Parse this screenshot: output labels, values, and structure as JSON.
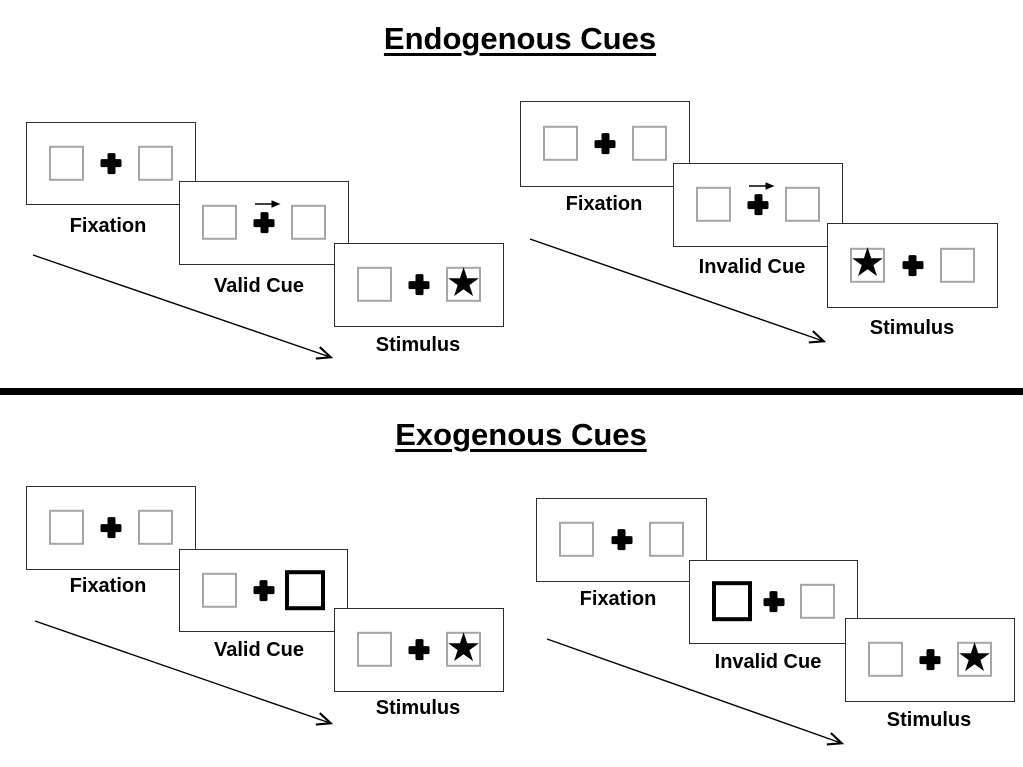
{
  "sections": [
    {
      "title": "Endogenous Cues",
      "groups": [
        {
          "name": "valid-trial",
          "panels": [
            {
              "label": "Fixation"
            },
            {
              "label": "Valid Cue",
              "cue": "right-arrow-above-fixation-cross"
            },
            {
              "label": "Stimulus",
              "star_side": "right"
            }
          ]
        },
        {
          "name": "invalid-trial",
          "panels": [
            {
              "label": "Fixation"
            },
            {
              "label": "Invalid Cue",
              "cue": "right-arrow-above-fixation-cross"
            },
            {
              "label": "Stimulus",
              "star_side": "left"
            }
          ]
        }
      ]
    },
    {
      "title": "Exogenous Cues",
      "groups": [
        {
          "name": "valid-trial",
          "panels": [
            {
              "label": "Fixation"
            },
            {
              "label": "Valid Cue",
              "cue": "highlighted-right-box"
            },
            {
              "label": "Stimulus",
              "star_side": "right"
            }
          ]
        },
        {
          "name": "invalid-trial",
          "panels": [
            {
              "label": "Fixation"
            },
            {
              "label": "Invalid Cue",
              "cue": "highlighted-left-box"
            },
            {
              "label": "Stimulus",
              "star_side": "right"
            }
          ]
        }
      ]
    }
  ],
  "glyphs": {
    "star": "★"
  },
  "colors": {
    "ink": "#000000",
    "box_border": "#a6a6a6",
    "panel_border": "#2e2e2e"
  }
}
